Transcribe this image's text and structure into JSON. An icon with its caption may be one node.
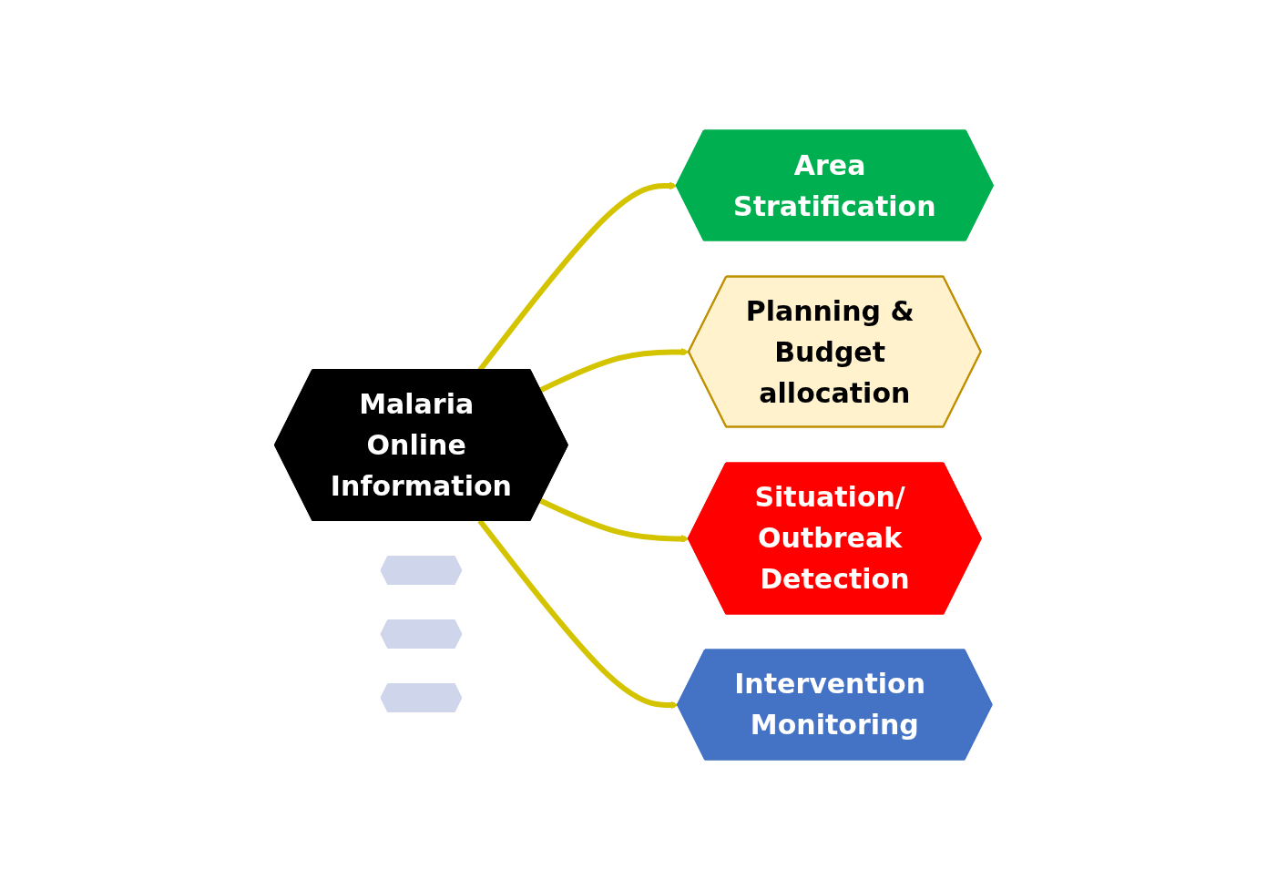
{
  "diagram": {
    "nodes": [
      {
        "text": [
          "Area Stratification"
        ]
      },
      {
        "text": [
          "Planning & Budget allocation"
        ]
      },
      {
        "text": [
          "Malaria Online Information"
        ]
      },
      {
        "text": [
          "Situation/ Outbreak Detection"
        ]
      },
      {
        "text": [
          "Intervention Monitoring"
        ]
      },
      {
        "text": [],
        "shape": "hexagon"
      },
      {
        "text": [],
        "shape": "hexagon"
      },
      {
        "text": [],
        "shape": "hexagon"
      }
    ],
    "edges": [
      {
        "from": 2,
        "to": 0,
        "arrow": "to"
      },
      {
        "from": 2,
        "to": 1,
        "arrow": "to"
      },
      {
        "from": 2,
        "to": 3,
        "arrow": "to"
      },
      {
        "from": 2,
        "to": 4,
        "arrow": "to"
      }
    ]
  }
}
